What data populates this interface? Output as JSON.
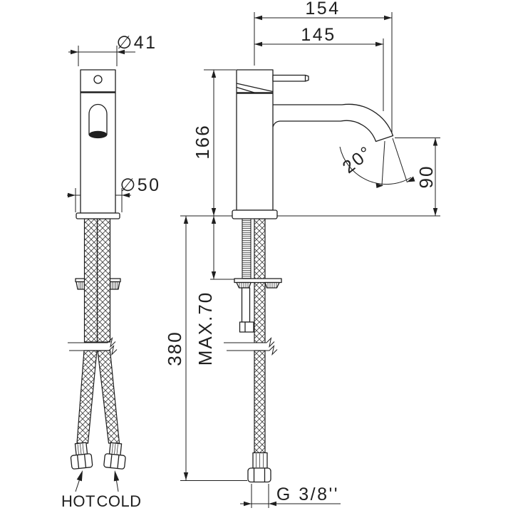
{
  "colors": {
    "line": "#1f1f1f",
    "background": "#ffffff"
  },
  "front_view": {
    "diameter_top_label": "∅41",
    "diameter_base_label": "∅50",
    "hot_label": "HOT",
    "cold_label": "COLD"
  },
  "side_view": {
    "total_reach_label": "154",
    "spout_reach_label": "145",
    "body_height_label": "166",
    "spout_angle_label": "20°",
    "spout_height_label": "90",
    "deck_max_label": "MAX.70",
    "hose_length_label": "380",
    "thread_label": "G 3/8''"
  }
}
